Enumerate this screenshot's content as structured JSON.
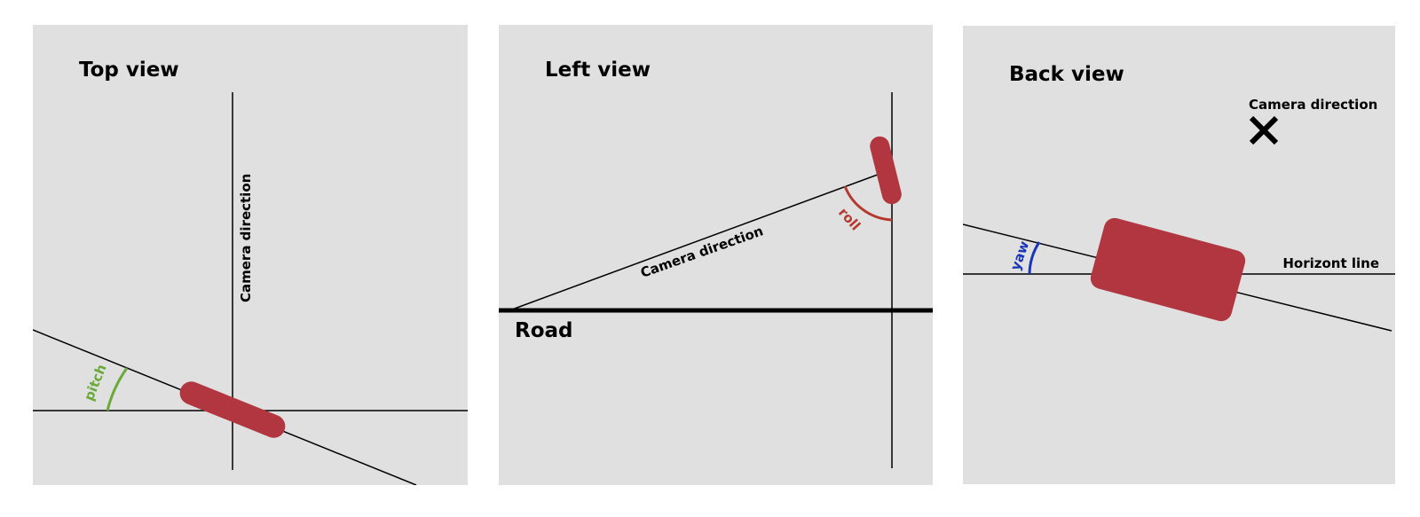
{
  "panels": [
    {
      "title": "Top view",
      "direction_label": "Camera direction",
      "angle": {
        "label": "pitch",
        "color": "#6aaa3a"
      }
    },
    {
      "title": "Left view",
      "direction_label": "Camera direction",
      "ground_label": "Road",
      "angle": {
        "label": "roll",
        "color": "#b5392f"
      }
    },
    {
      "title": "Back view",
      "direction_label": "Camera direction",
      "horizon_label": "Horizont line",
      "angle": {
        "label": "yaw",
        "color": "#1a35b8"
      }
    }
  ],
  "colors": {
    "panel_bg": "#e0e0e0",
    "camera_body": "#b1363f",
    "line": "#000000"
  }
}
